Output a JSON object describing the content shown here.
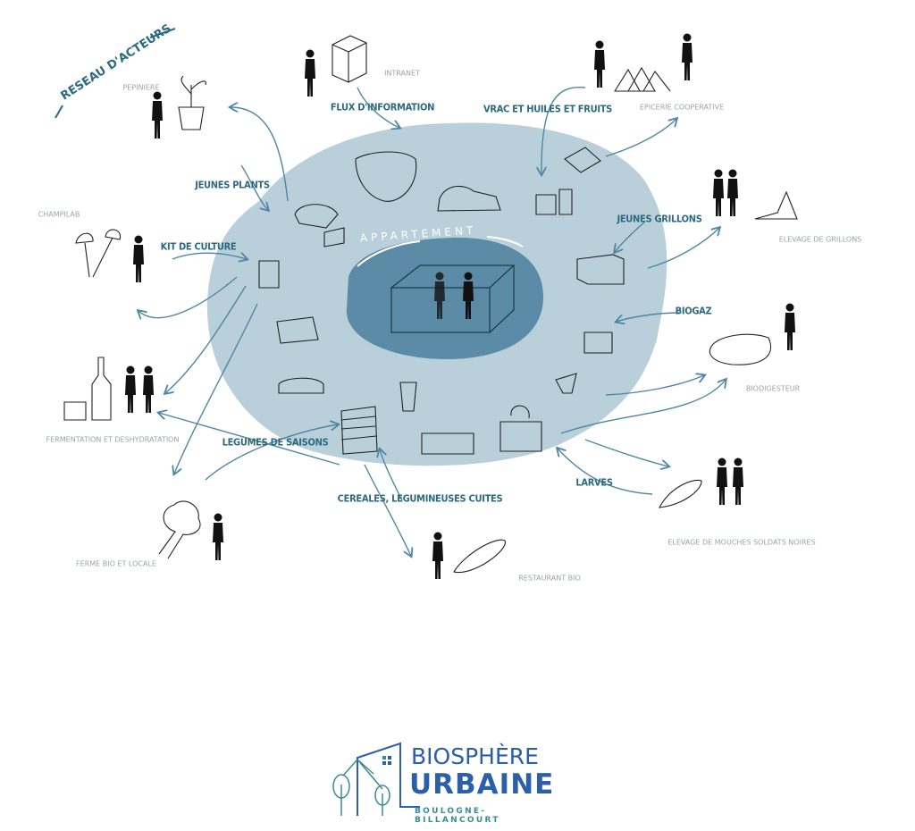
{
  "title": "Réseau d'acteurs - Biosphère Urbaine",
  "center": {
    "label": "APPARTEMENT"
  },
  "network_title": "RESEAU D'ACTEURS",
  "flows": {
    "flux_information": "FLUX D'INFORMATION",
    "vrac": "VRAC ET HUILES ET FRUITS",
    "jeunes_plants": "JEUNES PLANTS",
    "kit_culture": "KIT DE CULTURE",
    "jeunes_grillons": "JEUNES GRILLONS",
    "biogaz": "BIOGAZ",
    "legumes": "LEGUMES DE SAISONS",
    "cereales": "CEREALES, LEGUMINEUSES CUITES",
    "larves": "LARVES"
  },
  "actors": {
    "pepiniere": "PEPINIERE",
    "intranet": "INTRANET",
    "epicerie": "EPICERIE COOPERATIVE",
    "champilab": "CHAMPILAB",
    "grillons": "ELEVAGE DE GRILLONS",
    "biodigesteur": "BIODIGESTEUR",
    "fermentation": "FERMENTATION ET DESHYDRATATION",
    "mouches": "ELEVAGE DE MOUCHES SOLDATS NOIRES",
    "ferme": "FERME BIO ET LOCALE",
    "restaurant": "RESTAURANT BIO"
  },
  "logo": {
    "line1": "BIOSPHÈRE",
    "line2": "URBAINE",
    "line3": "BOULOGNE-BILLANCOURT"
  },
  "colors": {
    "outer": "#b9d0da",
    "inner": "#5b8ba6",
    "accent": "#2c6a80"
  }
}
